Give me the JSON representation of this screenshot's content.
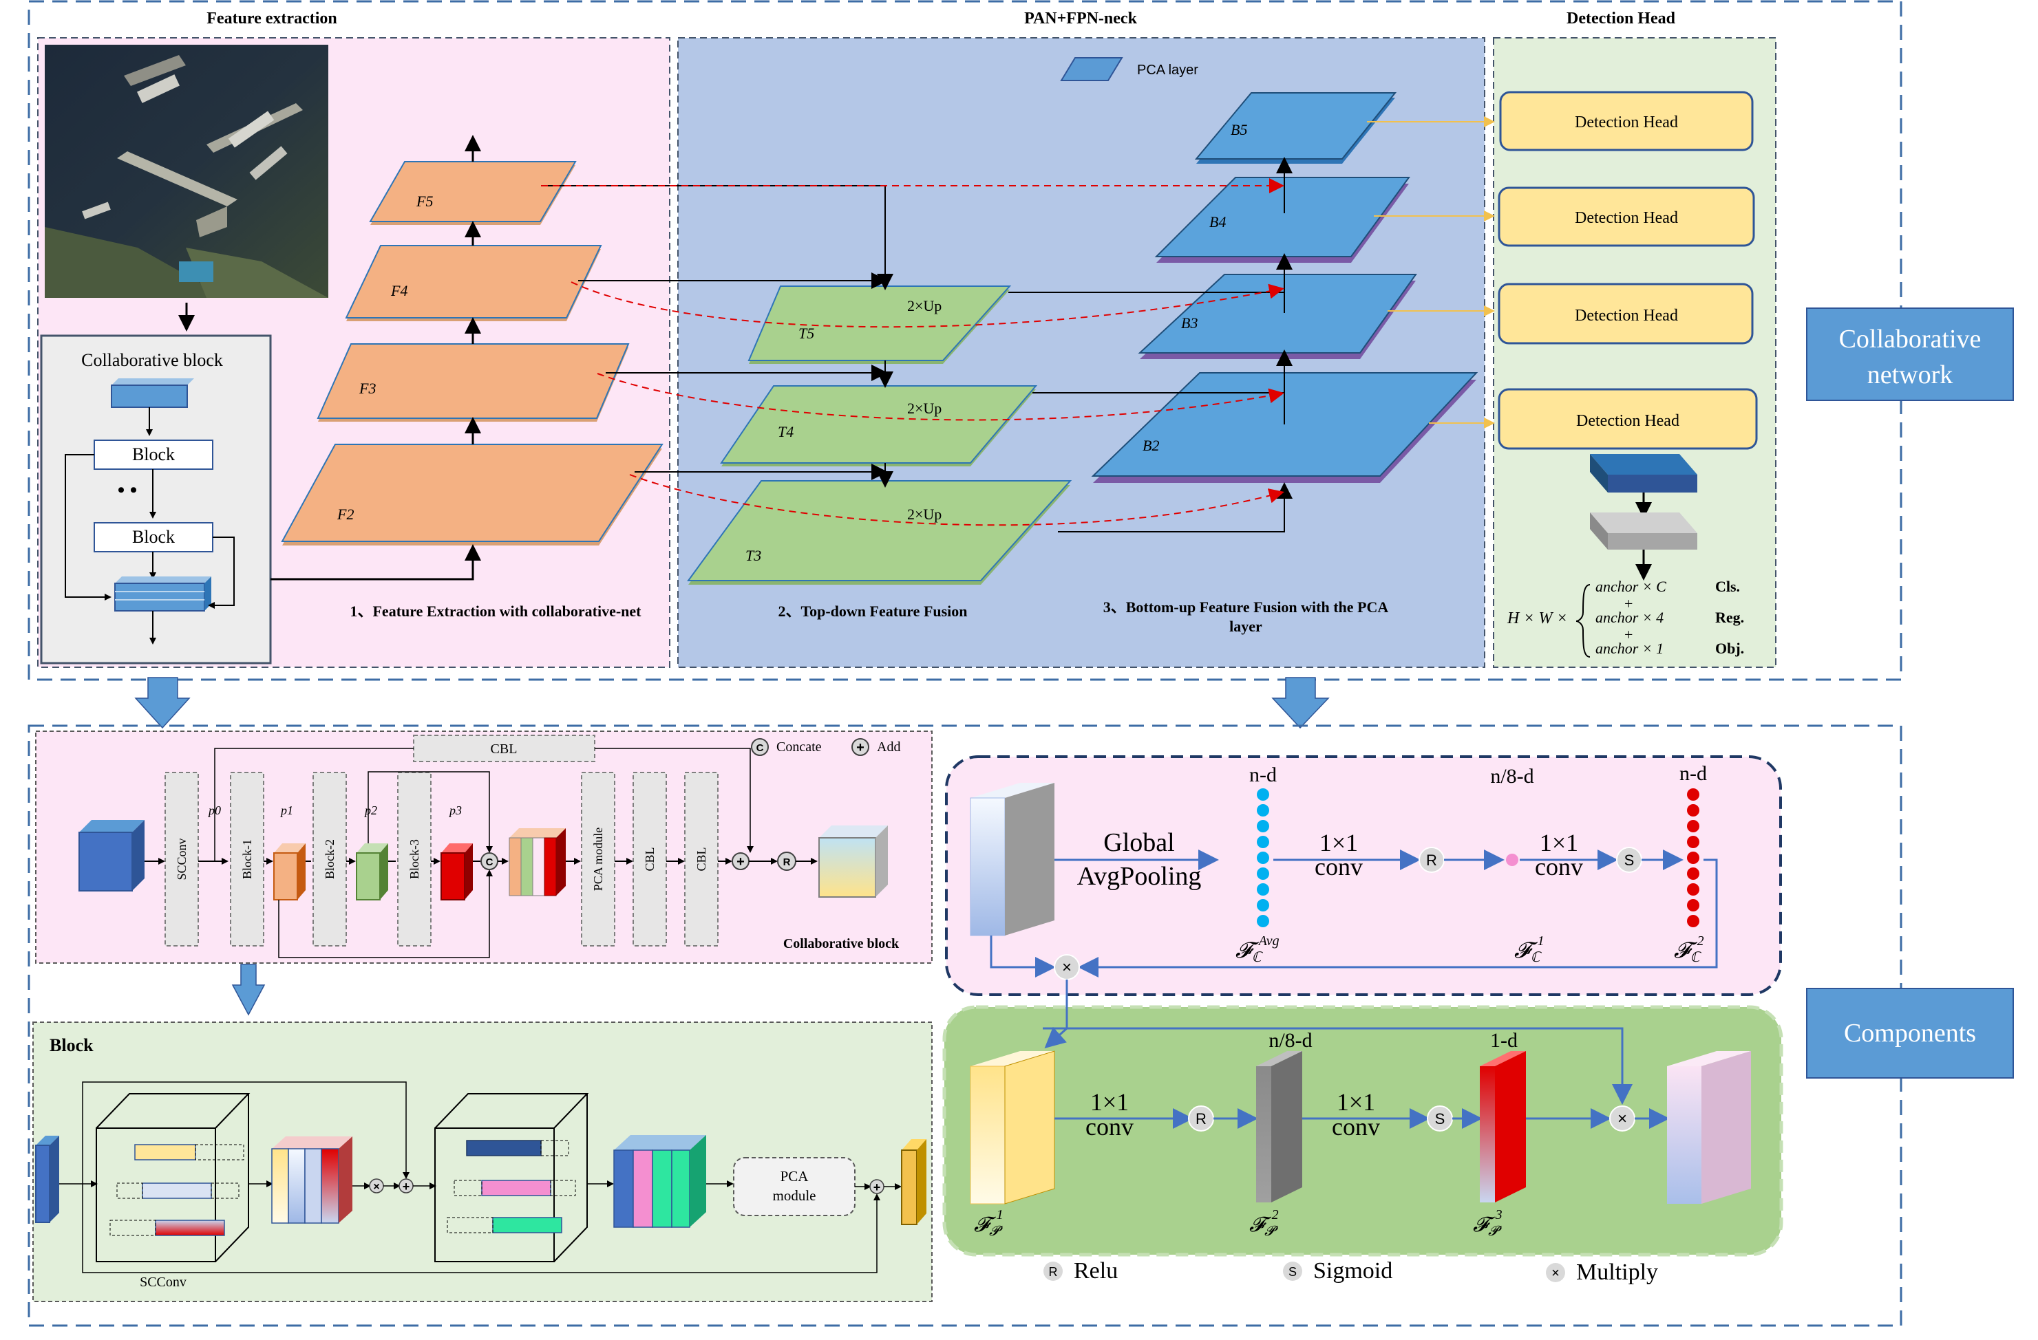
{
  "top": {
    "header_feature": "Feature extraction",
    "header_neck": "PAN+FPN-neck",
    "header_head": "Detection Head",
    "collab_block_title": "Collaborative  block",
    "block_label": "Block",
    "block_label2": "Block",
    "ellipsis": "• •",
    "f_labels": [
      "F5",
      "F4",
      "F3",
      "F2"
    ],
    "t_labels": [
      "T5",
      "T4",
      "T3"
    ],
    "b_labels": [
      "B5",
      "B4",
      "B3",
      "B2"
    ],
    "up_labels": [
      "2×Up",
      "2×Up",
      "2×Up"
    ],
    "pca_layer": "PCA layer",
    "step1": "1、Feature Extraction with collaborative-net",
    "step2": "2、Top-down  Feature Fusion",
    "step3_line1": "3、Bottom-up  Feature Fusion with the PCA",
    "step3_line2": "layer",
    "detection_heads": [
      "Detection Head",
      "Detection Head",
      "Detection Head",
      "Detection Head"
    ],
    "formula_prefix": "H × W ×",
    "formula_rows": [
      "anchor × C",
      "anchor × 4",
      "anchor × 1"
    ],
    "formula_plus": "+",
    "formula_tags": [
      "Cls.",
      "Reg.",
      "Obj."
    ],
    "side_label_top": [
      "Collaborative",
      "network"
    ]
  },
  "components": {
    "side_label": "Components",
    "collab": {
      "cbl_top": "CBL",
      "concat_legend": "Concate",
      "add_legend": "Add",
      "legend_c": "C",
      "legend_plus": "+",
      "scconv": "SCConv",
      "blocks": [
        "Block-1",
        "Block-2",
        "Block-3"
      ],
      "p_labels": [
        "p0",
        "p1",
        "p2",
        "p3"
      ],
      "pca_module": "PCA module",
      "cbl1": "CBL",
      "cbl2": "CBL",
      "title": "Collaborative block",
      "r_sym": "R"
    },
    "block": {
      "title": "Block",
      "scconv": "SCConv",
      "pca_line1": "PCA",
      "pca_line2": "module"
    },
    "channel_att": {
      "nd_left": "n-d",
      "n8d": "n/8-d",
      "nd_right": "n-d",
      "gap_line1": "Global",
      "gap_line2": "AvgPooling",
      "conv_a": [
        "1×1",
        "conv"
      ],
      "conv_b": [
        "1×1",
        "conv"
      ],
      "lbl_avg": "Avg",
      "lbl_1": "1",
      "lbl_2": "2",
      "sym_F": "𝓕",
      "sub_C": "ℂ"
    },
    "spatial_att": {
      "n8d": "n/8-d",
      "one_d": "1-d",
      "conv_a": [
        "1×1",
        "conv"
      ],
      "conv_b": [
        "1×1",
        "conv"
      ],
      "sym_F": "𝓕",
      "sub_P": "𝓟",
      "sups": [
        "1",
        "2",
        "3"
      ]
    },
    "legend": {
      "relu_sym": "R",
      "relu": "Relu",
      "sig_sym": "S",
      "sigmoid": "Sigmoid",
      "mul_sym": "×",
      "multiply": "Multiply"
    }
  },
  "colors": {
    "pink_bg": "#fde6f6",
    "blue_bg": "#b4c7e7",
    "green_bg": "#e2efda",
    "orange_plane": "#f4b183",
    "green_plane": "#a9d18e",
    "blue_plane": "#5ba3dc",
    "head_fill": "#ffe699",
    "side_box": "#5b9bd5"
  }
}
